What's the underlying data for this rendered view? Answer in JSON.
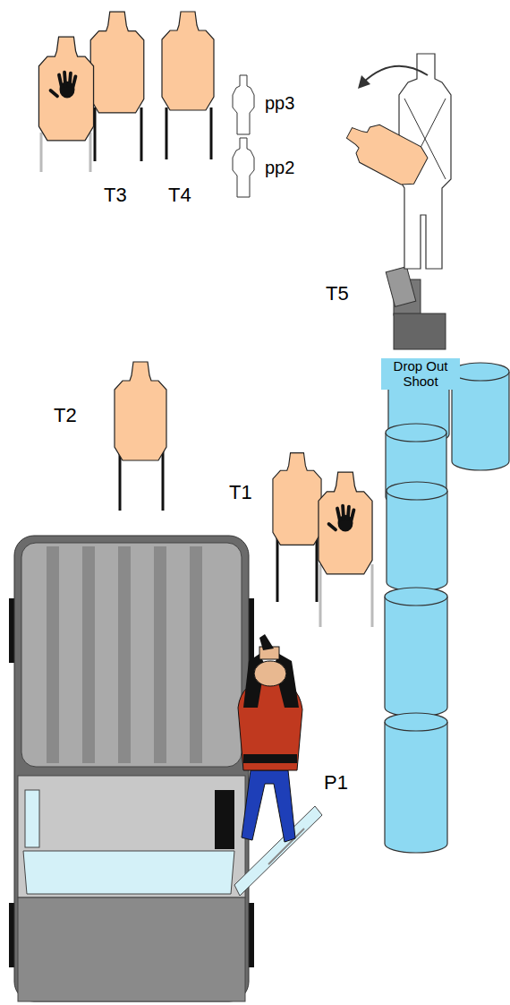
{
  "diagram": {
    "labels": [
      "T3",
      "T4",
      "pp3",
      "pp2",
      "T5",
      "Drop Out Shoot",
      "T2",
      "T1",
      "P1"
    ]
  }
}
